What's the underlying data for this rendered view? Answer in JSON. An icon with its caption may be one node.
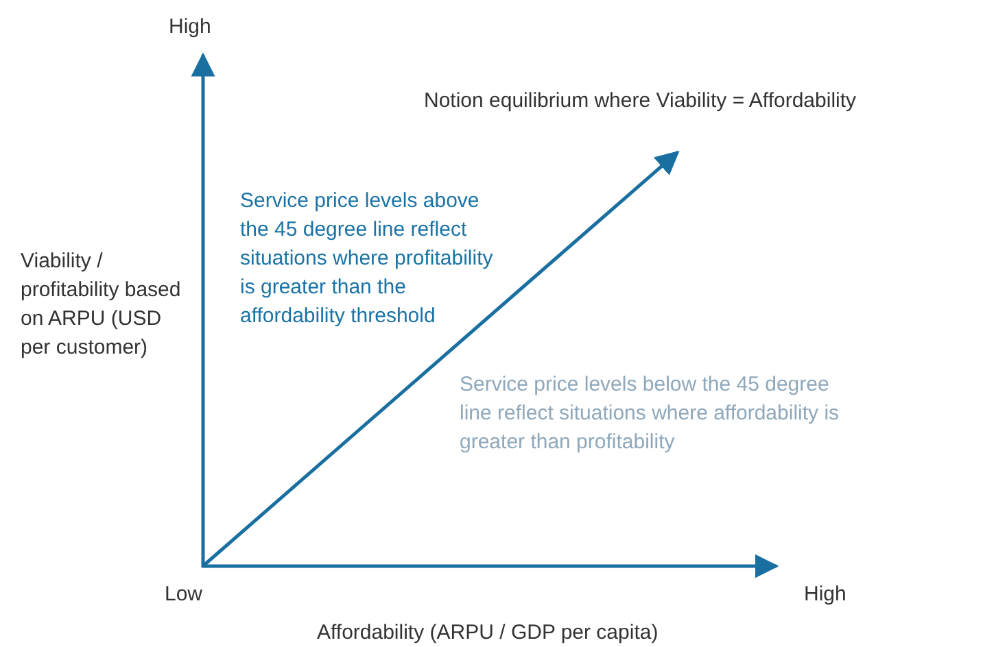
{
  "diagram": {
    "labels": [
      "High",
      "Notion equilibrium where Viability = Affordability",
      "Service price levels above the 45 degree line reflect situations where profitability is greater than the affordability threshold",
      "Viability / profitability based on ARPU (USD per customer)",
      "Service price levels below the 45 degree line reflect situations where affordability is greater than profitability",
      "Low",
      "High",
      "Affordability (ARPU / GDP per capita)"
    ]
  }
}
